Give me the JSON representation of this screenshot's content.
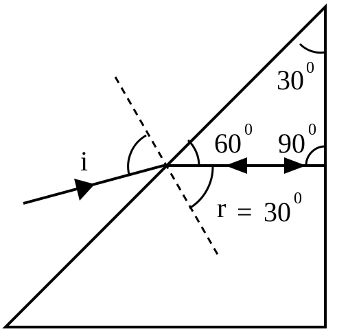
{
  "labels": {
    "incident": "i",
    "apex_angle": "30",
    "apex_angle_sup": "0",
    "angle_60": "60",
    "angle_60_sup": "0",
    "angle_90": "90",
    "angle_90_sup": "0",
    "refraction_prefix": "r",
    "equals": "=",
    "refraction_value": "30",
    "refraction_value_sup": "0"
  },
  "colors": {
    "stroke": "#000000",
    "background": "#ffffff"
  }
}
